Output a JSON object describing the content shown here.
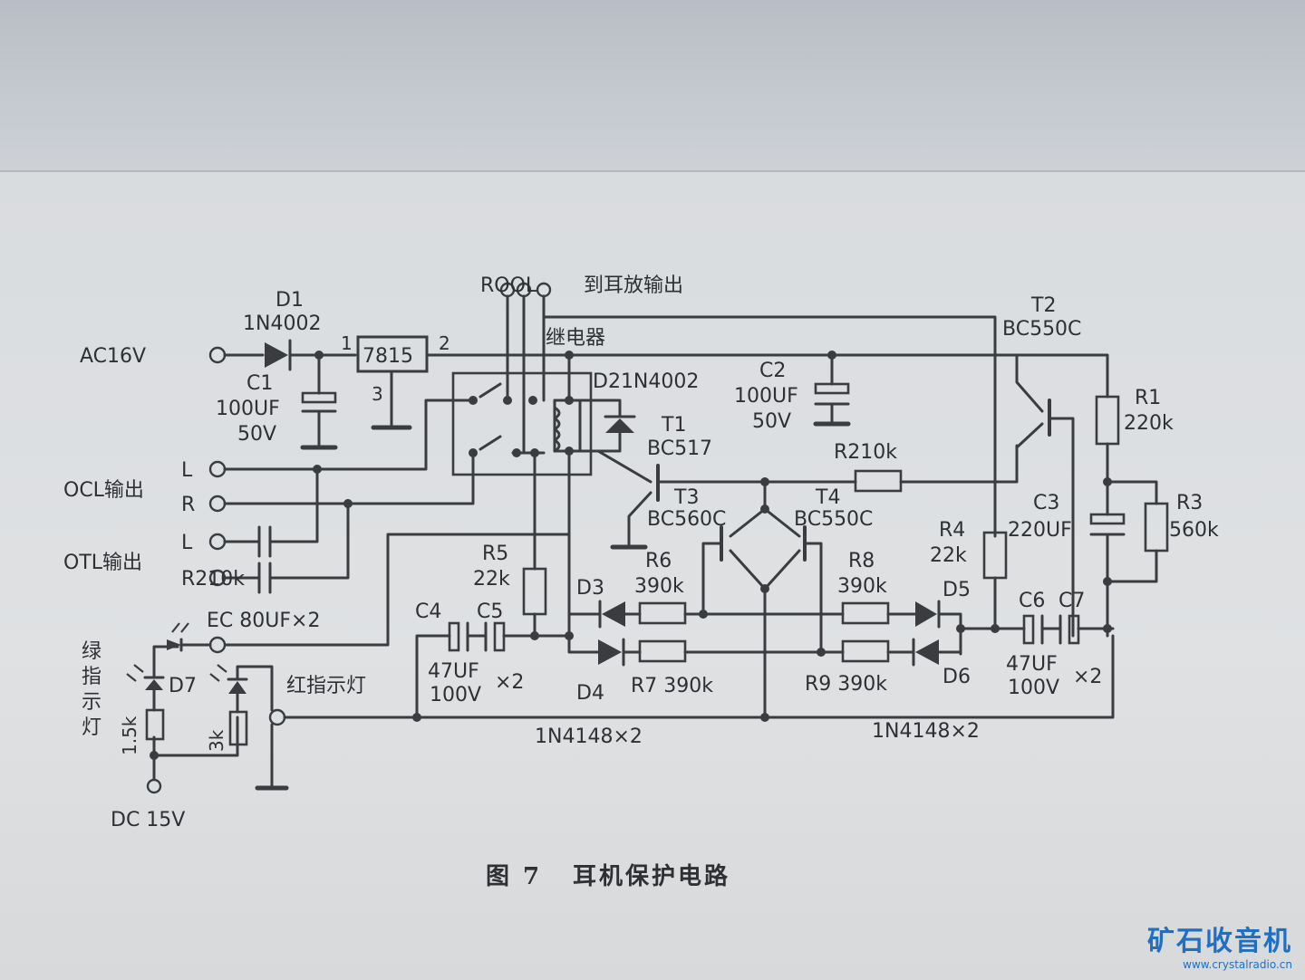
{
  "labels": {
    "ac16v": "AC16V",
    "d1": "D1",
    "d1_part": "1N4002",
    "pin1": "1",
    "pin2": "2",
    "pin3": "3",
    "reg": "7815",
    "c1": "C1",
    "c1_val": "100UF",
    "c1_volt": "50V",
    "ocl": "OCL输出",
    "otl": "OTL输出",
    "l1": "L",
    "r1": "R",
    "l2": "L",
    "r2": "R210k",
    "ec": "EC 80UF×2",
    "green_lamp_1": "绿",
    "green_lamp_2": "指",
    "green_lamp_3": "示",
    "green_lamp_4": "灯",
    "d7": "D7",
    "res15k": "1.5k",
    "res3k": "3k",
    "dc15v": "DC 15V",
    "red_lamp": "红指示灯",
    "roll": "ROOL",
    "to_amp": "到耳放输出",
    "relay": "继电器",
    "d2": "D21N4002",
    "t1": "T1",
    "t1_part": "BC517",
    "c2": "C2",
    "c2_val": "100UF",
    "c2_volt": "50V",
    "t2": "T2",
    "t2_part": "BC550C",
    "r1_name": "R1",
    "r1_val": "220k",
    "t3": "T3",
    "t3_part": "BC560C",
    "t4": "T4",
    "t4_part": "BC550C",
    "c3": "C3",
    "c3_val": "220UF",
    "r3_name": "R3",
    "r3_val": "560k",
    "r4_name": "R4",
    "r4_val": "22k",
    "r5_name": "R5",
    "r5_val": "22k",
    "r6_name": "R6",
    "r6_val": "390k",
    "r8_name": "R8",
    "r8_val": "390k",
    "d3": "D3",
    "d4": "D4",
    "d5": "D5",
    "d6": "D6",
    "r7": "R7 390k",
    "r9": "R9 390k",
    "c4": "C4",
    "c5": "C5",
    "c45_val": "47UF",
    "c45_mult": "×2",
    "c45_volt": "100V",
    "c6": "C6",
    "c7": "C7",
    "c67_val": "47UF",
    "c67_mult": "×2",
    "c67_volt": "100V",
    "diodes_left": "1N4148×2",
    "diodes_right": "1N4148×2"
  },
  "caption": {
    "number": "图 7",
    "title": "耳机保护电路"
  },
  "watermark": {
    "title": "矿石收音机",
    "url": "www.crystalradio.cn"
  },
  "colors": {
    "ink": "#3a3c40",
    "paper": "#dcdfe1",
    "watermark": "#1f6fc4"
  }
}
